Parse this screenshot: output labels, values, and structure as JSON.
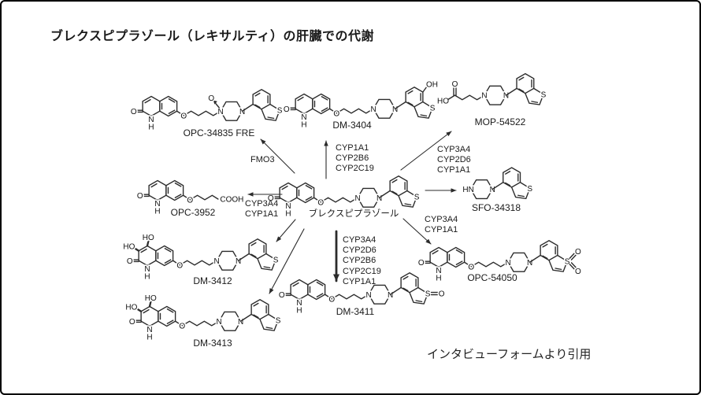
{
  "title": "ブレクスピプラゾール（レキサルティ）の肝臓での代謝",
  "citation": "インタビューフォームより引用",
  "center_compound": "ブレクスピプラゾール",
  "compounds": {
    "opc34835": "OPC-34835 FRE",
    "dm3404": "DM-3404",
    "mop54522": "MOP-54522",
    "opc3952": "OPC-3952",
    "sfo34318": "SFO-34318",
    "dm3412": "DM-3412",
    "dm3413": "DM-3413",
    "dm3411": "DM-3411",
    "opc54050": "OPC-54050"
  },
  "enzymes": {
    "fmo3": [
      "FMO3"
    ],
    "cyp_to_dm3404": [
      "CYP1A1",
      "CYP2B6",
      "CYP2C19"
    ],
    "cyp_to_mop54522": [
      "CYP3A4",
      "CYP2D6",
      "CYP1A1"
    ],
    "cyp_to_opc3952": [
      "CYP3A4",
      "CYP1A1"
    ],
    "cyp_to_dm3411": [
      "CYP3A4",
      "CYP2D6",
      "CYP2B6",
      "CYP2C19",
      "CYP1A1"
    ],
    "cyp_to_opc54050": [
      "CYP3A4",
      "CYP1A1"
    ]
  },
  "atoms": {
    "o": "O",
    "n": "N",
    "h": "H",
    "s": "S",
    "ho": "HO",
    "oh": "OH",
    "hn": "HN",
    "cooh": "COOH"
  },
  "colors": {
    "line": "#2b2b2b",
    "text": "#1a1a1a",
    "border": "#000000"
  }
}
